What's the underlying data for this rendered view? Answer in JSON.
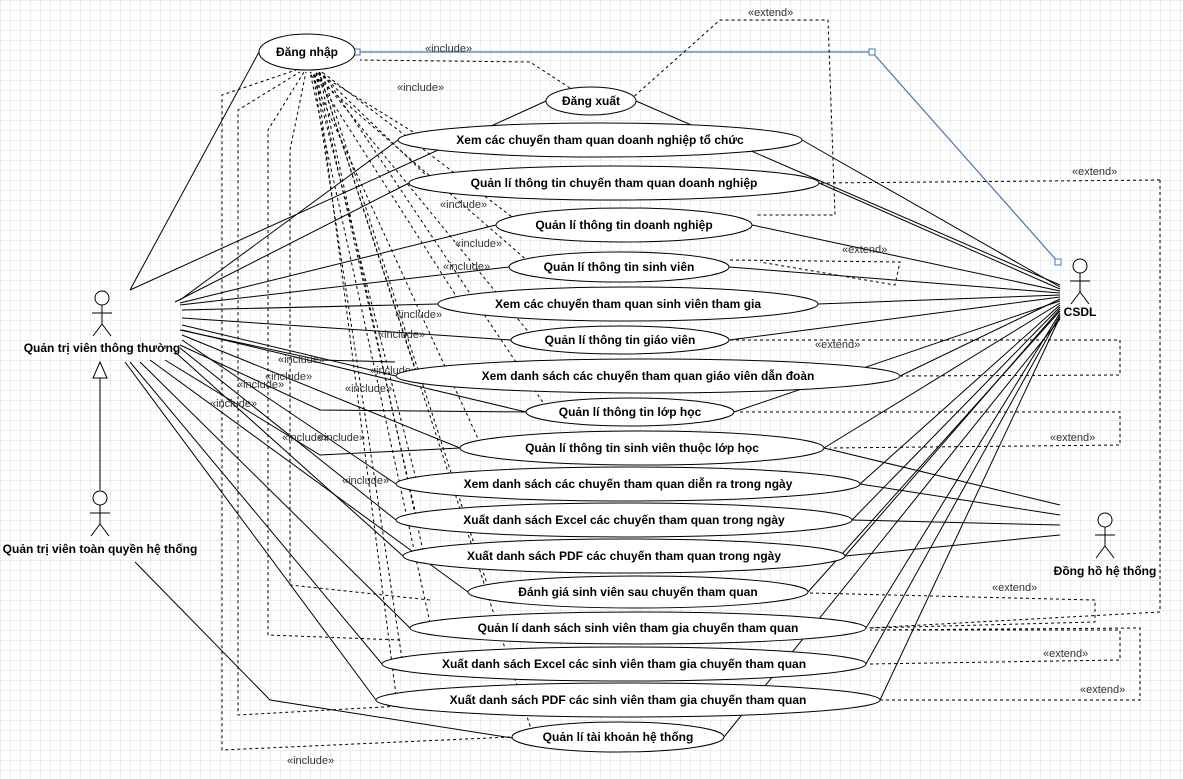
{
  "use_cases": [
    {
      "id": "login",
      "label": "Đăng nhập"
    },
    {
      "id": "logout",
      "label": "Đăng xuất"
    },
    {
      "id": "uc1",
      "label": "Xem các chuyến tham quan doanh nghiệp tổ chức"
    },
    {
      "id": "uc2",
      "label": "Quản lí thông tin chuyến tham quan doanh nghiệp"
    },
    {
      "id": "uc3",
      "label": "Quản lí thông tin doanh nghiệp"
    },
    {
      "id": "uc4",
      "label": "Quản lí thông tin sinh viên"
    },
    {
      "id": "uc5",
      "label": "Xem các chuyến tham quan sinh viên tham gia"
    },
    {
      "id": "uc6",
      "label": "Quản lí thông tin giáo viên"
    },
    {
      "id": "uc7",
      "label": "Xem danh sách các chuyến tham quan giáo viên dẫn đoàn"
    },
    {
      "id": "uc8",
      "label": "Quản lí thông tin lớp học"
    },
    {
      "id": "uc9",
      "label": "Quản lí thông tin sinh viên thuộc lớp học"
    },
    {
      "id": "uc10",
      "label": "Xem danh sách các chuyến tham quan diễn ra trong ngày"
    },
    {
      "id": "uc11",
      "label": "Xuất danh sách Excel các chuyến tham quan trong ngày"
    },
    {
      "id": "uc12",
      "label": "Xuất danh sách PDF các chuyến tham quan trong ngày"
    },
    {
      "id": "uc13",
      "label": "Đánh giá sinh viên sau chuyến tham quan"
    },
    {
      "id": "uc14",
      "label": "Quản lí danh sách sinh viên tham gia chuyến tham quan"
    },
    {
      "id": "uc15",
      "label": "Xuất danh sách Excel các sinh viên tham gia chuyến tham quan"
    },
    {
      "id": "uc16",
      "label": "Xuất danh sách PDF các sinh viên tham gia chuyến tham quan"
    },
    {
      "id": "uc17",
      "label": "Quản lí tài khoản hệ thống"
    }
  ],
  "actors": [
    {
      "id": "admin",
      "label": "Quản trị viên thông thường"
    },
    {
      "id": "superadmin",
      "label": "Quản trị viên toàn quyền hệ thống"
    },
    {
      "id": "db",
      "label": "CSDL"
    },
    {
      "id": "clock",
      "label": "Đồng hồ hệ thống"
    }
  ],
  "stereotypes": {
    "include": "«include»",
    "extend": "«extend»"
  }
}
